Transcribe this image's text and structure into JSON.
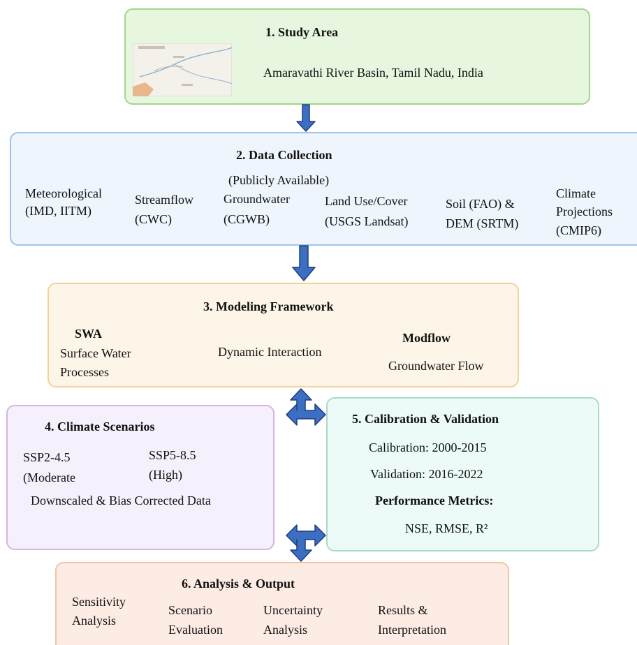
{
  "study_area": {
    "title": "1. Study Area",
    "location": "Amaravathi River Basin, Tamil Nadu, India"
  },
  "data_collection": {
    "title": "2. Data Collection",
    "subtitle": "(Publicly Available)",
    "items": [
      {
        "line1": "Meteorological",
        "line2": "(IMD, IITM)"
      },
      {
        "line1": "Streamflow",
        "line2": "(CWC)"
      },
      {
        "line1": "Groundwater",
        "line2": "(CGWB)"
      },
      {
        "line1": "Land Use/Cover",
        "line2": "(USGS Landsat)"
      },
      {
        "line1": "Soil (FAO) &",
        "line2": "DEM (SRTM)"
      },
      {
        "line1": "Climate",
        "line2": "Projections",
        "line3": "(CMIP6)"
      }
    ]
  },
  "modeling": {
    "title": "3. Modeling Framework",
    "swa_title": "SWA",
    "swa_line1": "Surface Water",
    "swa_line2": "Processes",
    "interaction": "Dynamic Interaction",
    "modflow_title": "Modflow",
    "modflow_desc": "Groundwater Flow"
  },
  "climate": {
    "title": "4. Climate Scenarios",
    "ssp1_line1": "SSP2-4.5",
    "ssp1_line2": "(Moderate",
    "ssp2_line1": "SSP5-8.5",
    "ssp2_line2": "(High)",
    "note": "Downscaled & Bias Corrected Data"
  },
  "calibration": {
    "title": "5. Calibration & Validation",
    "calibration_period": "Calibration: 2000-2015",
    "validation_period": "Validation: 2016-2022",
    "metrics_title": "Performance Metrics:",
    "metrics": "NSE, RMSE, R²"
  },
  "analysis": {
    "title": "6. Analysis & Output",
    "items": [
      {
        "line1": "Sensitivity",
        "line2": "Analysis"
      },
      {
        "line1": "Scenario",
        "line2": "Evaluation"
      },
      {
        "line1": "Uncertainty",
        "line2": "Analysis"
      },
      {
        "line1": "Results &",
        "line2": "Interpretation"
      }
    ]
  },
  "colors": {
    "green_fill": "#e6f6df",
    "green_border": "#a3d58a",
    "blue_fill": "#eef5fc",
    "blue_border": "#9fc3e6",
    "orange_fill": "#fdf5e8",
    "orange_border": "#f2d29b",
    "purple_fill": "#f5f0fb",
    "purple_border": "#d4b5e3",
    "teal_fill": "#ecfbf7",
    "teal_border": "#a8dcc8",
    "peach_fill": "#fdece4",
    "peach_border": "#f3c3a6",
    "arrow_fill": "#3c6fc4",
    "arrow_border": "#1f3f7a"
  }
}
